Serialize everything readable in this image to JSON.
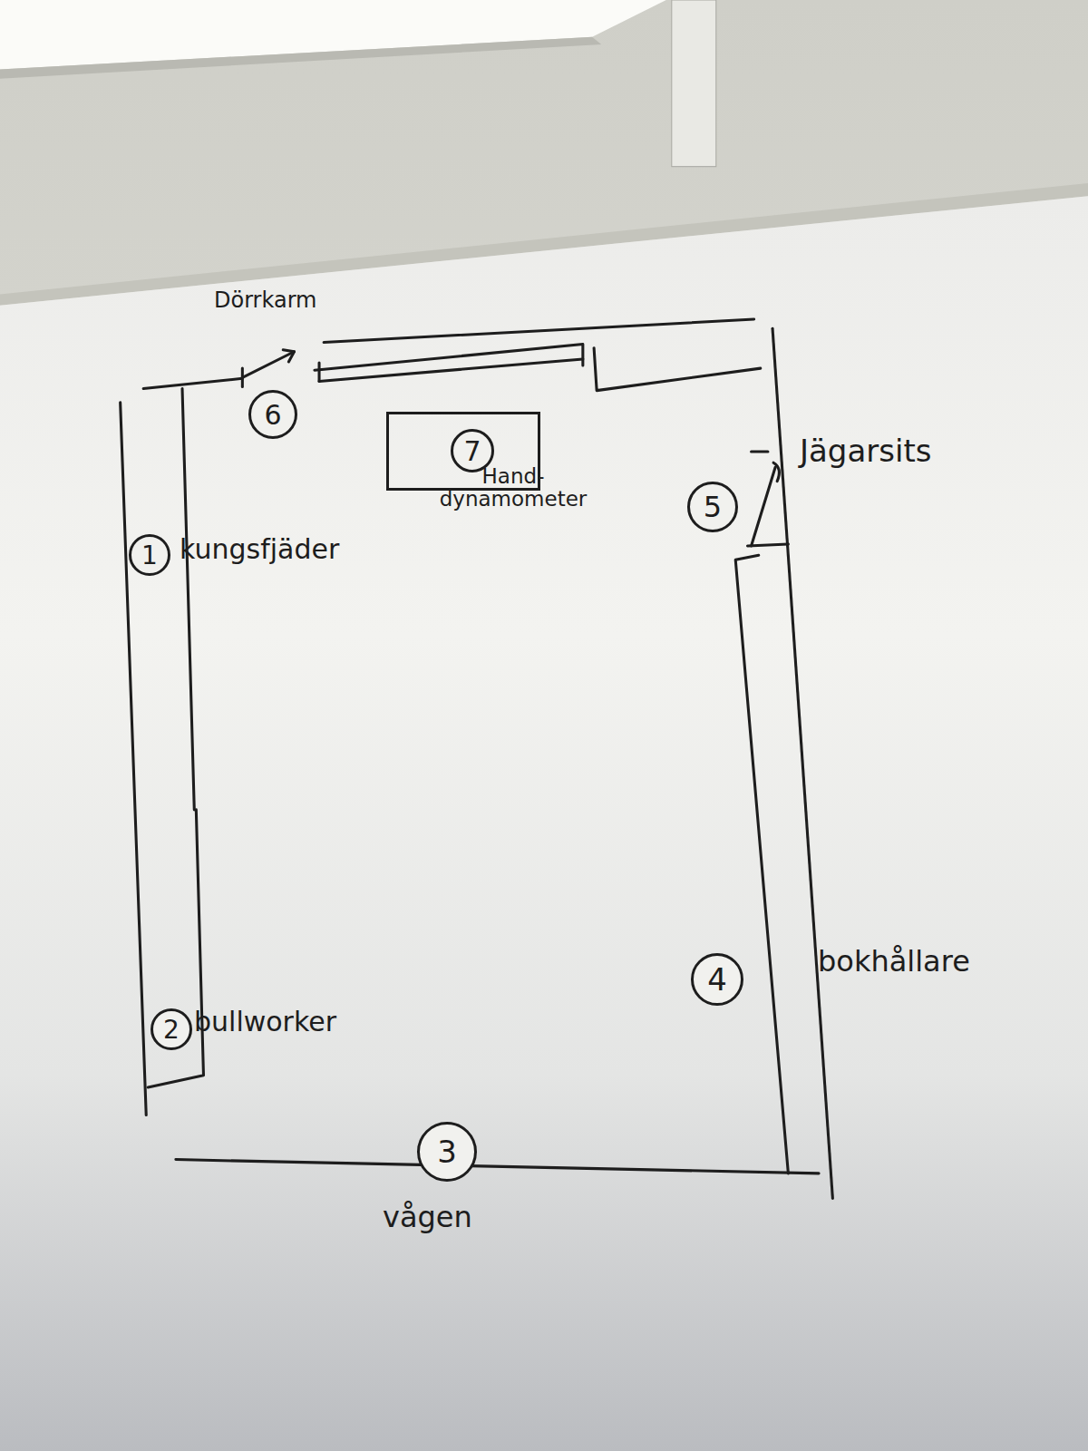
{
  "diagram": {
    "nodes": [
      {
        "text": [
          "6",
          "Dörrkarm"
        ]
      },
      {
        "text": [
          "7",
          "Hand- dynamometer"
        ]
      },
      {
        "text": [
          "5",
          "Jägarsits"
        ]
      },
      {
        "text": [
          "1",
          "kungsfjäder"
        ]
      },
      {
        "text": [
          "4",
          "bokhållare"
        ]
      },
      {
        "text": [
          "2",
          "bullworker"
        ]
      },
      {
        "text": [
          "3",
          "vågen"
        ]
      }
    ]
  }
}
